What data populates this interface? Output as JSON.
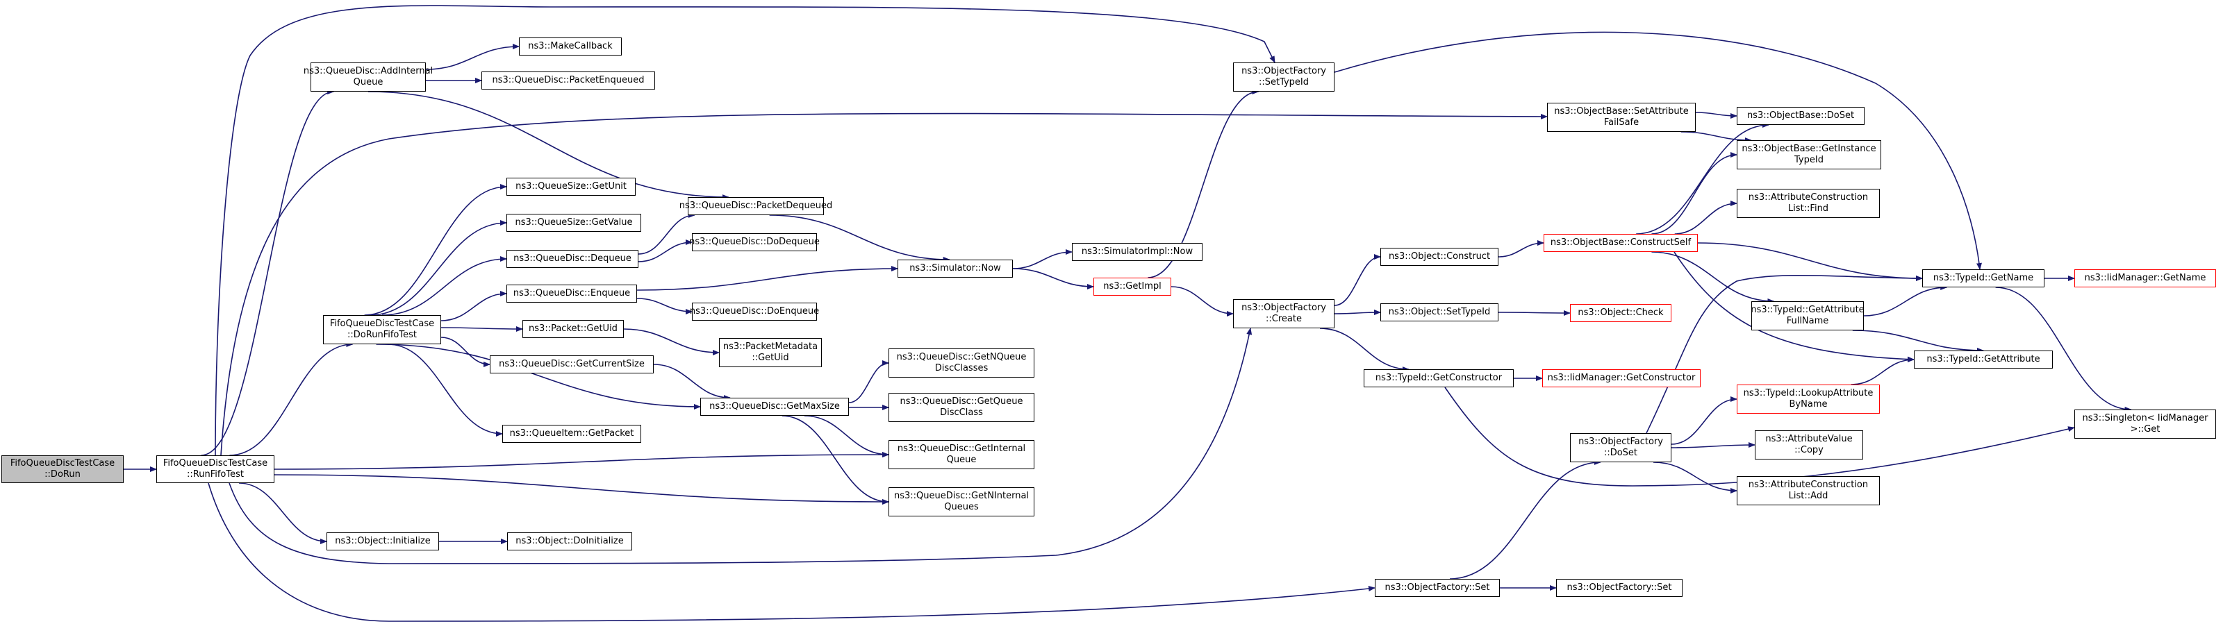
{
  "colors": {
    "edge": "#191970",
    "node_border": "#000000",
    "truncated_border": "#ff0000",
    "root_fill": "#bfbfbf"
  },
  "nodes": {
    "doRun": {
      "lines": [
        "FifoQueueDiscTestCase",
        "::DoRun"
      ],
      "root": true
    },
    "runFifoTest": {
      "lines": [
        "FifoQueueDiscTestCase",
        "::RunFifoTest"
      ]
    },
    "addInternalQueue": {
      "lines": [
        "ns3::QueueDisc::AddInternal",
        "Queue"
      ]
    },
    "doRunFifoTest": {
      "lines": [
        "FifoQueueDiscTestCase",
        "::DoRunFifoTest"
      ]
    },
    "objInitialize": {
      "lines": [
        "ns3::Object::Initialize"
      ]
    },
    "makeCallback": {
      "lines": [
        "ns3::MakeCallback"
      ]
    },
    "packetEnqueued": {
      "lines": [
        "ns3::QueueDisc::PacketEnqueued"
      ]
    },
    "packetDequeued": {
      "lines": [
        "ns3::QueueDisc::PacketDequeued"
      ]
    },
    "qsGetUnit": {
      "lines": [
        "ns3::QueueSize::GetUnit"
      ]
    },
    "qsGetValue": {
      "lines": [
        "ns3::QueueSize::GetValue"
      ]
    },
    "qdDequeue": {
      "lines": [
        "ns3::QueueDisc::Dequeue"
      ]
    },
    "qdEnqueue": {
      "lines": [
        "ns3::QueueDisc::Enqueue"
      ]
    },
    "pktGetUid": {
      "lines": [
        "ns3::Packet::GetUid"
      ]
    },
    "qdGetCurrentSize": {
      "lines": [
        "ns3::QueueDisc::GetCurrentSize"
      ]
    },
    "qiGetPacket": {
      "lines": [
        "ns3::QueueItem::GetPacket"
      ]
    },
    "objDoInitialize": {
      "lines": [
        "ns3::Object::DoInitialize"
      ]
    },
    "doDequeue": {
      "lines": [
        "ns3::QueueDisc::DoDequeue"
      ]
    },
    "doEnqueue": {
      "lines": [
        "ns3::QueueDisc::DoEnqueue"
      ]
    },
    "pmGetUid": {
      "lines": [
        "ns3::PacketMetadata",
        "::GetUid"
      ]
    },
    "getMaxSize": {
      "lines": [
        "ns3::QueueDisc::GetMaxSize"
      ]
    },
    "getNQueueDiscClasses": {
      "lines": [
        "ns3::QueueDisc::GetNQueue",
        "DiscClasses"
      ]
    },
    "getQueueDiscClass": {
      "lines": [
        "ns3::QueueDisc::GetQueue",
        "DiscClass"
      ]
    },
    "getInternalQueue": {
      "lines": [
        "ns3::QueueDisc::GetInternal",
        "Queue"
      ]
    },
    "getNInternalQueues": {
      "lines": [
        "ns3::QueueDisc::GetNInternal",
        "Queues"
      ]
    },
    "simNow": {
      "lines": [
        "ns3::Simulator::Now"
      ]
    },
    "simImplNow": {
      "lines": [
        "ns3::SimulatorImpl::Now"
      ]
    },
    "getImpl": {
      "lines": [
        "ns3::GetImpl"
      ],
      "truncated": true
    },
    "ofSetTypeId": {
      "lines": [
        "ns3::ObjectFactory",
        "::SetTypeId"
      ]
    },
    "ofCreate": {
      "lines": [
        "ns3::ObjectFactory",
        "::Create"
      ]
    },
    "objConstruct": {
      "lines": [
        "ns3::Object::Construct"
      ]
    },
    "objSetTypeId": {
      "lines": [
        "ns3::Object::SetTypeId"
      ]
    },
    "tidGetConstructor": {
      "lines": [
        "ns3::TypeId::GetConstructor"
      ]
    },
    "ofSet": {
      "lines": [
        "ns3::ObjectFactory::Set"
      ]
    },
    "ofSet2": {
      "lines": [
        "ns3::ObjectFactory::Set"
      ]
    },
    "obSetAttrFailSafe": {
      "lines": [
        "ns3::ObjectBase::SetAttribute",
        "FailSafe"
      ]
    },
    "obConstructSelf": {
      "lines": [
        "ns3::ObjectBase::ConstructSelf"
      ],
      "truncated": true
    },
    "objCheck": {
      "lines": [
        "ns3::Object::Check"
      ],
      "truncated": true
    },
    "iidGetConstructor": {
      "lines": [
        "ns3::IidManager::GetConstructor"
      ],
      "truncated": true
    },
    "ofDoSet": {
      "lines": [
        "ns3::ObjectFactory",
        "::DoSet"
      ]
    },
    "obDoSet": {
      "lines": [
        "ns3::ObjectBase::DoSet"
      ]
    },
    "obGetInstanceTypeId": {
      "lines": [
        "ns3::ObjectBase::GetInstance",
        "TypeId"
      ]
    },
    "acListFind": {
      "lines": [
        "ns3::AttributeConstruction",
        "List::Find"
      ]
    },
    "tidGetName": {
      "lines": [
        "ns3::TypeId::GetName"
      ]
    },
    "tidGetAttrFullName": {
      "lines": [
        "ns3::TypeId::GetAttribute",
        "FullName"
      ]
    },
    "tidGetAttribute": {
      "lines": [
        "ns3::TypeId::GetAttribute"
      ]
    },
    "tidLookupAttr": {
      "lines": [
        "ns3::TypeId::LookupAttribute",
        "ByName"
      ],
      "truncated": true
    },
    "avCopy": {
      "lines": [
        "ns3::AttributeValue",
        "::Copy"
      ]
    },
    "acListAdd": {
      "lines": [
        "ns3::AttributeConstruction",
        "List::Add"
      ]
    },
    "iidGetName": {
      "lines": [
        "ns3::IidManager::GetName"
      ],
      "truncated": true
    },
    "singletonGet": {
      "lines": [
        "ns3::Singleton< IidManager",
        ">::Get"
      ]
    }
  }
}
